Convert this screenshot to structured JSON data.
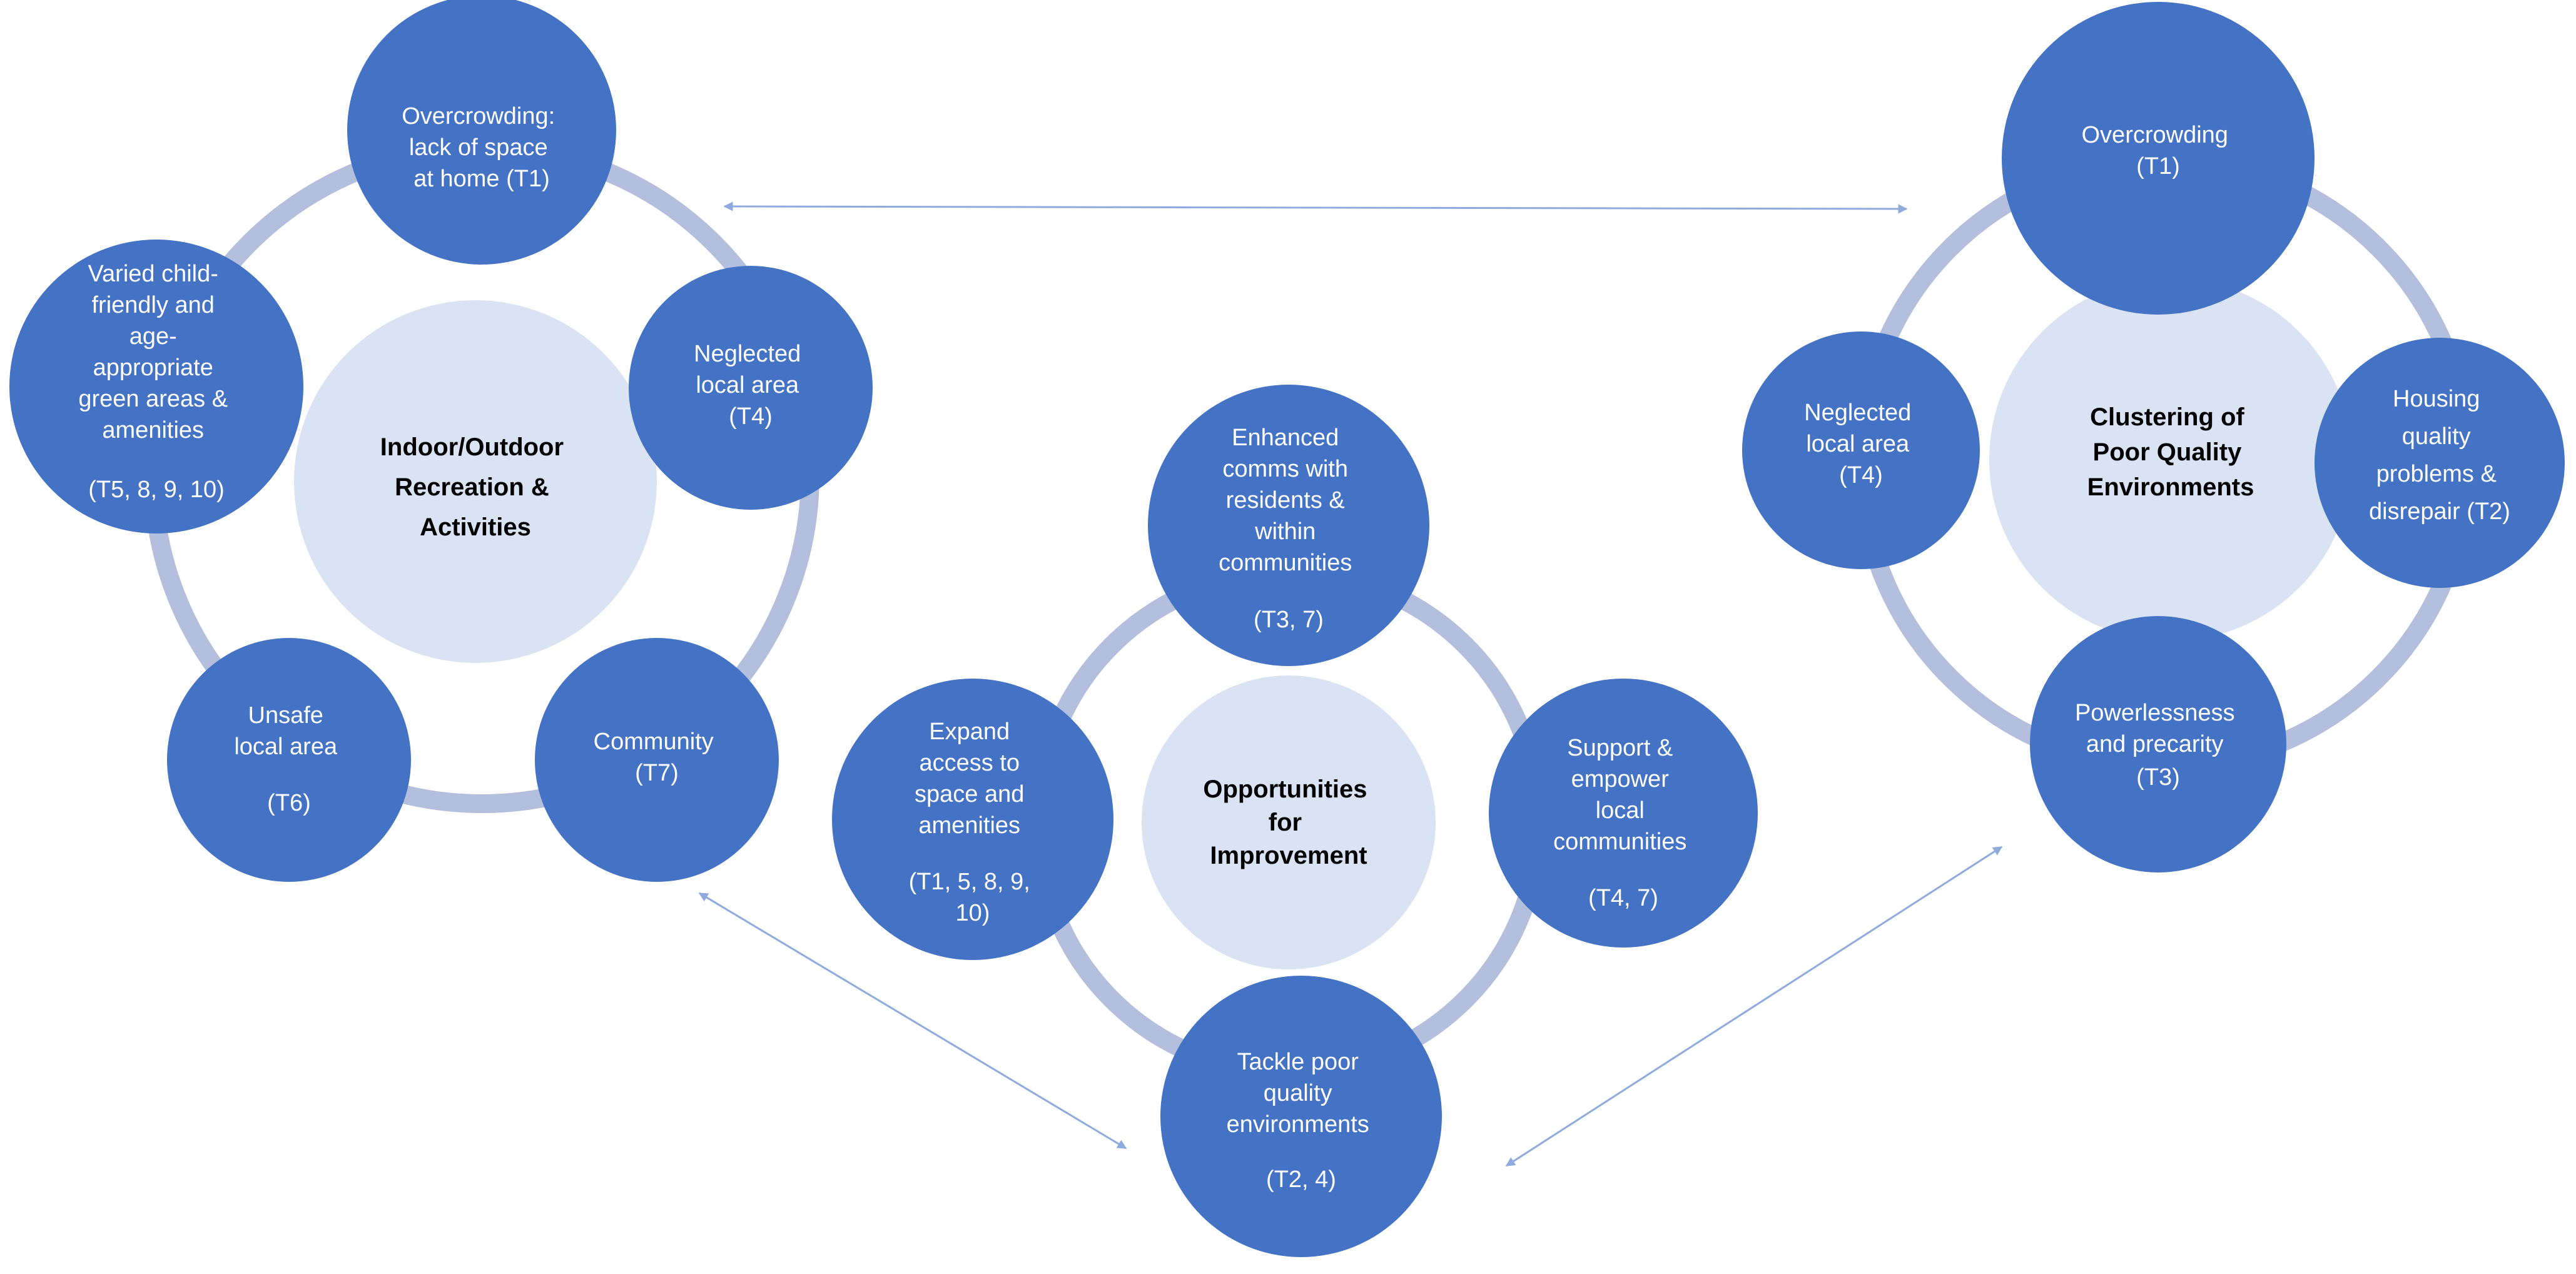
{
  "colors": {
    "node": "#4472C4",
    "ring": "#B4BEDD",
    "hub": "#DAE3F3",
    "connector": "#8FAADC",
    "node_text": "#FFFFFF",
    "hub_text": "#000000"
  },
  "clusters": [
    {
      "id": "recreation",
      "hub_lines": [
        "Indoor/Outdoor",
        "Recreation &",
        "Activities"
      ],
      "nodes": [
        {
          "id": "overcrowding",
          "lines": [
            "Overcrowding:",
            "lack of space",
            "at home (T1)"
          ]
        },
        {
          "id": "neglected-local-area",
          "lines": [
            "Neglected",
            "local area",
            "(T4)"
          ]
        },
        {
          "id": "community",
          "lines": [
            "Community",
            "(T7)"
          ]
        },
        {
          "id": "unsafe-local-area",
          "lines": [
            "Unsafe",
            "local area",
            "",
            "(T6)"
          ]
        },
        {
          "id": "green-areas",
          "lines": [
            "Varied child-",
            "friendly  and",
            "age-",
            "appropriate",
            "green areas &",
            "amenities",
            "",
            "(T5, 8, 9, 10)"
          ]
        }
      ]
    },
    {
      "id": "improvement",
      "hub_lines": [
        "Opportunities",
        "for",
        "Improvement"
      ],
      "nodes": [
        {
          "id": "enhanced-comms",
          "lines": [
            "Enhanced",
            "comms  with",
            "residents &",
            "within",
            "communities",
            "",
            "(T3, 7)"
          ]
        },
        {
          "id": "support-empower",
          "lines": [
            "Support &",
            "empower",
            "local",
            "communities",
            "",
            "(T4, 7)"
          ]
        },
        {
          "id": "tackle-poor-quality",
          "lines": [
            "Tackle poor",
            "quality",
            "environments",
            "",
            "(T2, 4)"
          ]
        },
        {
          "id": "expand-access",
          "lines": [
            "Expand",
            "access to",
            "space and",
            "amenities",
            "",
            "(T1, 5, 8, 9,",
            "10)"
          ]
        }
      ]
    },
    {
      "id": "poor-quality",
      "hub_lines": [
        "Clustering of",
        "Poor Quality",
        "Environments"
      ],
      "nodes": [
        {
          "id": "overcrowding",
          "lines": [
            "Overcrowding",
            "(T1)"
          ]
        },
        {
          "id": "housing-quality",
          "lines": [
            "Housing",
            "quality",
            "problems &",
            "disrepair (T2)"
          ]
        },
        {
          "id": "powerlessness",
          "lines": [
            "Powerlessness",
            "and precarity",
            "(T3)"
          ]
        },
        {
          "id": "neglected-local-area",
          "lines": [
            "Neglected",
            "local area",
            "(T4)"
          ]
        }
      ]
    }
  ]
}
